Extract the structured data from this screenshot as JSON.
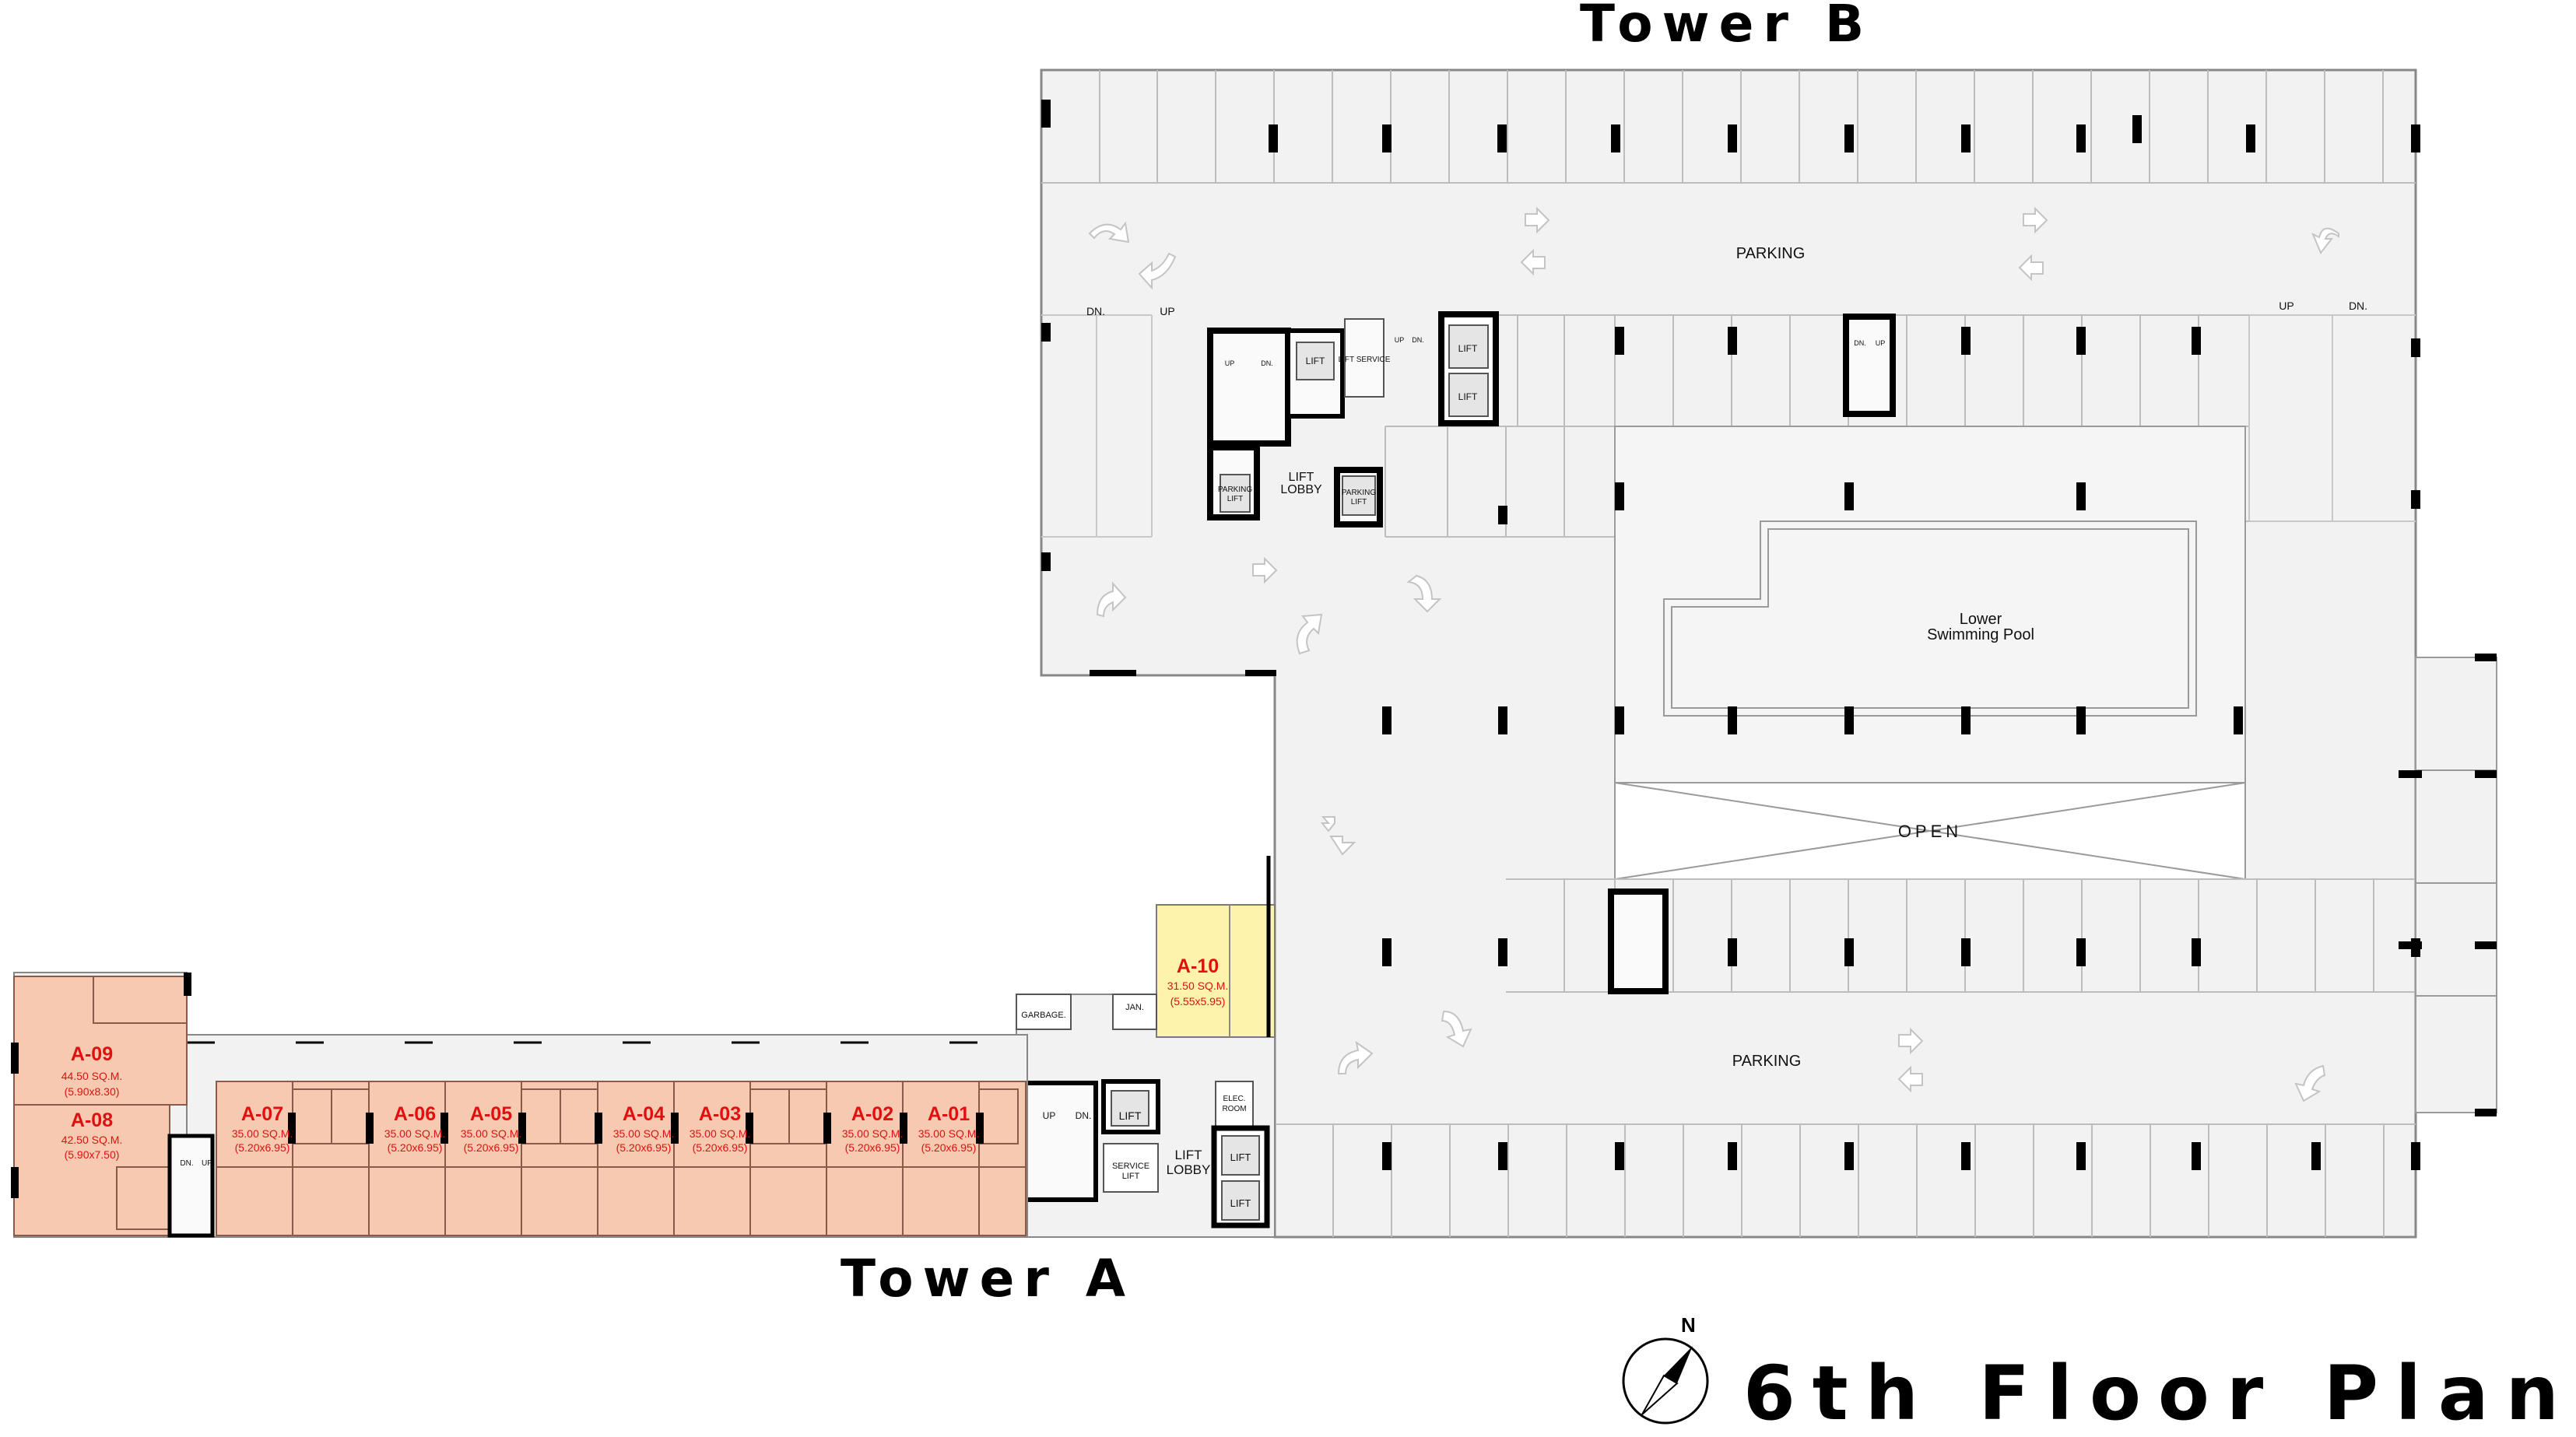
{
  "headings": {
    "tower_b": "Tower B",
    "tower_a": "Tower A",
    "floor_title": "6th Floor Plan",
    "north": "N"
  },
  "areas": {
    "parking_north": "PARKING",
    "parking_south": "PARKING",
    "pool_line1": "Lower",
    "pool_line2": "Swimming Pool",
    "open": "OPEN",
    "lift": "LIFT",
    "lift_service": "LIFT SERVICE",
    "lift_lobby_line1": "LIFT",
    "lift_lobby_line2": "LOBBY",
    "parking_lift_line1": "PARKING",
    "parking_lift_line2": "LIFT",
    "service_lift_line1": "SERVICE",
    "service_lift_line2": "LIFT",
    "elec_line1": "ELEC.",
    "elec_line2": "ROOM",
    "garbage": "GARBAGE.",
    "jan": "JAN.",
    "up": "UP",
    "dn": "DN.",
    "dn_short": "DN."
  },
  "units": [
    {
      "id": "A-01",
      "area": "35.00 SQ.M.",
      "dims": "(5.20x6.95)"
    },
    {
      "id": "A-02",
      "area": "35.00 SQ.M.",
      "dims": "(5.20x6.95)"
    },
    {
      "id": "A-03",
      "area": "35.00 SQ.M.",
      "dims": "(5.20x6.95)"
    },
    {
      "id": "A-04",
      "area": "35.00 SQ.M.",
      "dims": "(5.20x6.95)"
    },
    {
      "id": "A-05",
      "area": "35.00 SQ.M.",
      "dims": "(5.20x6.95)"
    },
    {
      "id": "A-06",
      "area": "35.00 SQ.M.",
      "dims": "(5.20x6.95)"
    },
    {
      "id": "A-07",
      "area": "35.00 SQ.M.",
      "dims": "(5.20x6.95)"
    },
    {
      "id": "A-08",
      "area": "42.50 SQ.M.",
      "dims": "(5.90x7.50)"
    },
    {
      "id": "A-09",
      "area": "44.50 SQ.M.",
      "dims": "(5.90x8.30)"
    },
    {
      "id": "A-10",
      "area": "31.50 SQ.M.",
      "dims": "(5.55x5.95)"
    }
  ],
  "colors": {
    "unit_fill": "#f7c9b0",
    "unit_highlight": "#fdf3ac",
    "unit_text": "#e01010",
    "floor": "#f2f2f2",
    "wall": "#000000",
    "line": "#9a9a9a"
  }
}
